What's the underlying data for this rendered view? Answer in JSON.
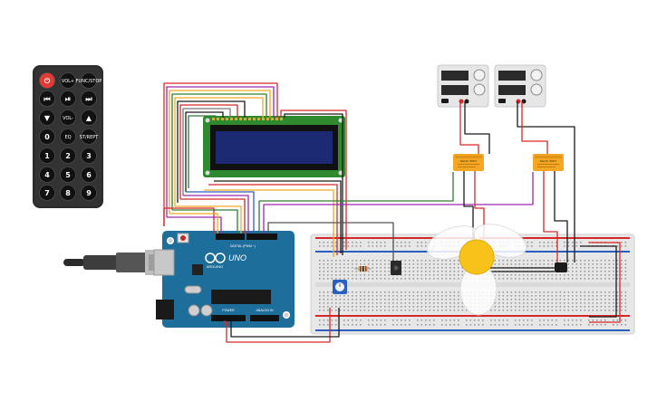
{
  "remote": {
    "keys": [
      {
        "label": "⏻",
        "name": "power",
        "color": "#e53935",
        "big": true
      },
      {
        "label": "VOL+",
        "name": "vol-plus"
      },
      {
        "label": "FUNC/STOP",
        "name": "func-stop"
      },
      {
        "label": "⏮",
        "name": "prev",
        "big": true
      },
      {
        "label": "⏯",
        "name": "play-pause",
        "big": true
      },
      {
        "label": "⏭",
        "name": "next",
        "big": true
      },
      {
        "label": "▼",
        "name": "down",
        "big": true
      },
      {
        "label": "VOL-",
        "name": "vol-minus"
      },
      {
        "label": "▲",
        "name": "up",
        "big": true
      },
      {
        "label": "0",
        "name": "0",
        "big": true
      },
      {
        "label": "EQ",
        "name": "eq"
      },
      {
        "label": "ST/REPT",
        "name": "st-rept"
      },
      {
        "label": "1",
        "name": "1",
        "big": true
      },
      {
        "label": "2",
        "name": "2",
        "big": true
      },
      {
        "label": "3",
        "name": "3",
        "big": true
      },
      {
        "label": "4",
        "name": "4",
        "big": true
      },
      {
        "label": "5",
        "name": "5",
        "big": true
      },
      {
        "label": "6",
        "name": "6",
        "big": true
      },
      {
        "label": "7",
        "name": "7",
        "big": true
      },
      {
        "label": "8",
        "name": "8",
        "big": true
      },
      {
        "label": "9",
        "name": "9",
        "big": true
      }
    ]
  },
  "arduino": {
    "brand": "ARDUINO",
    "model": "UNO",
    "digital_label": "DIGITAL (PWM ~)",
    "power_label": "POWER",
    "analog_label": "ANALOG IN"
  },
  "relays": {
    "label": "RELAY SPDT"
  },
  "colors": {
    "arduino_board": "#1e6e9c",
    "lcd_board": "#2f8a2f",
    "lcd_screen": "#1c2a74",
    "breadboard": "#e7e7e7",
    "wire_red": "#d62828",
    "wire_black": "#1a1a1a",
    "relay": "#f5a623",
    "fan_motor": "#f7c21a"
  }
}
